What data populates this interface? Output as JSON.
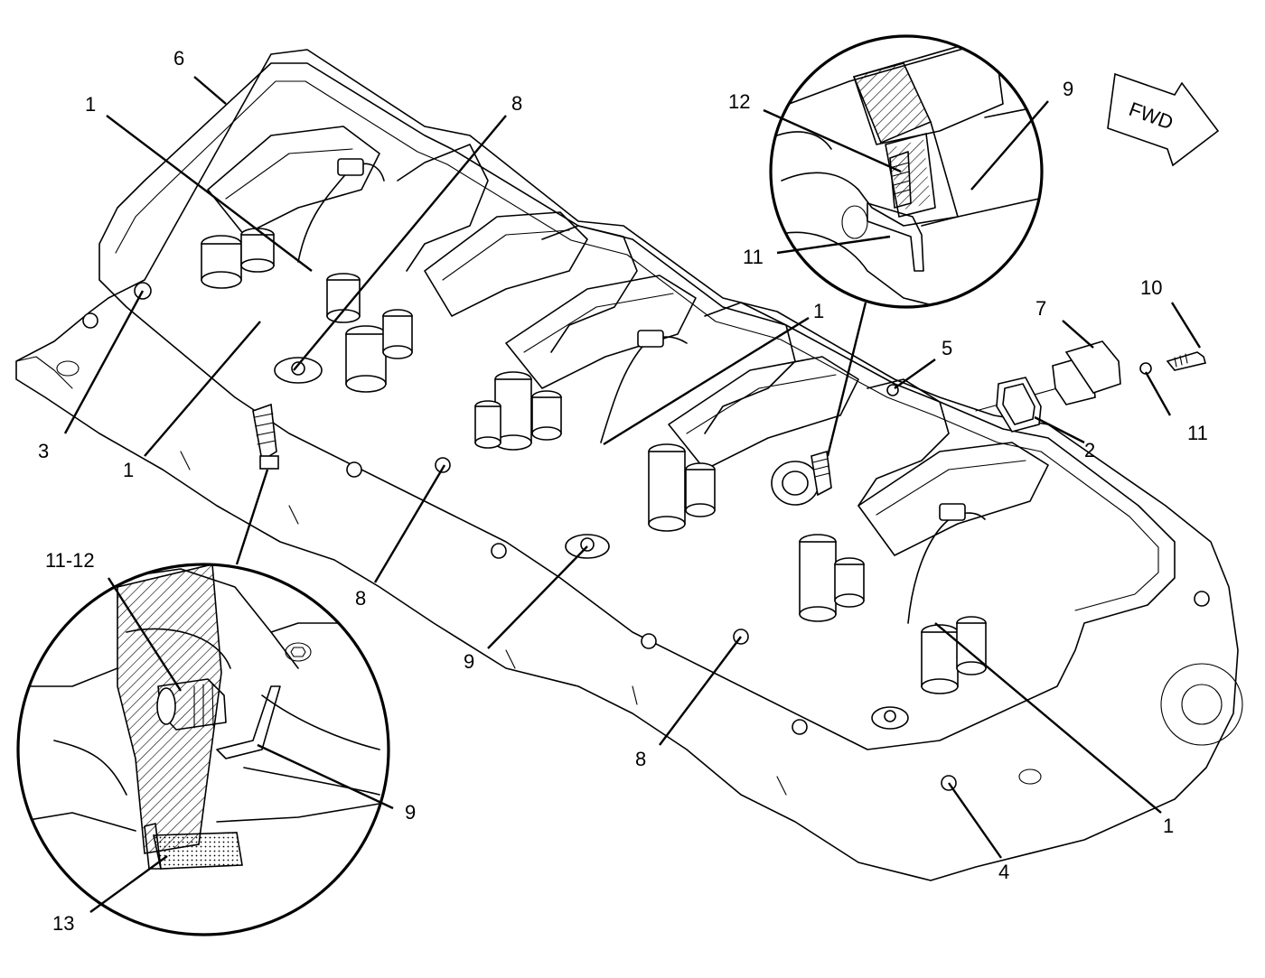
{
  "direction_arrow": {
    "label": "FWD"
  },
  "callouts": [
    {
      "id": "c6",
      "text": "6"
    },
    {
      "id": "c1a",
      "text": "1"
    },
    {
      "id": "c8a",
      "text": "8"
    },
    {
      "id": "c12",
      "text": "12"
    },
    {
      "id": "c9a",
      "text": "9"
    },
    {
      "id": "c11a",
      "text": "11"
    },
    {
      "id": "c10",
      "text": "10"
    },
    {
      "id": "c7",
      "text": "7"
    },
    {
      "id": "c5",
      "text": "5"
    },
    {
      "id": "c1b",
      "text": "1"
    },
    {
      "id": "c11b",
      "text": "11"
    },
    {
      "id": "c2",
      "text": "2"
    },
    {
      "id": "c3",
      "text": "3"
    },
    {
      "id": "c1c",
      "text": "1"
    },
    {
      "id": "c8b",
      "text": "8"
    },
    {
      "id": "c9b",
      "text": "9"
    },
    {
      "id": "c1112",
      "text": "11-12"
    },
    {
      "id": "c8c",
      "text": "8"
    },
    {
      "id": "c9c",
      "text": "9"
    },
    {
      "id": "c13",
      "text": "13"
    },
    {
      "id": "c4",
      "text": "4"
    },
    {
      "id": "c1d",
      "text": "1"
    }
  ]
}
